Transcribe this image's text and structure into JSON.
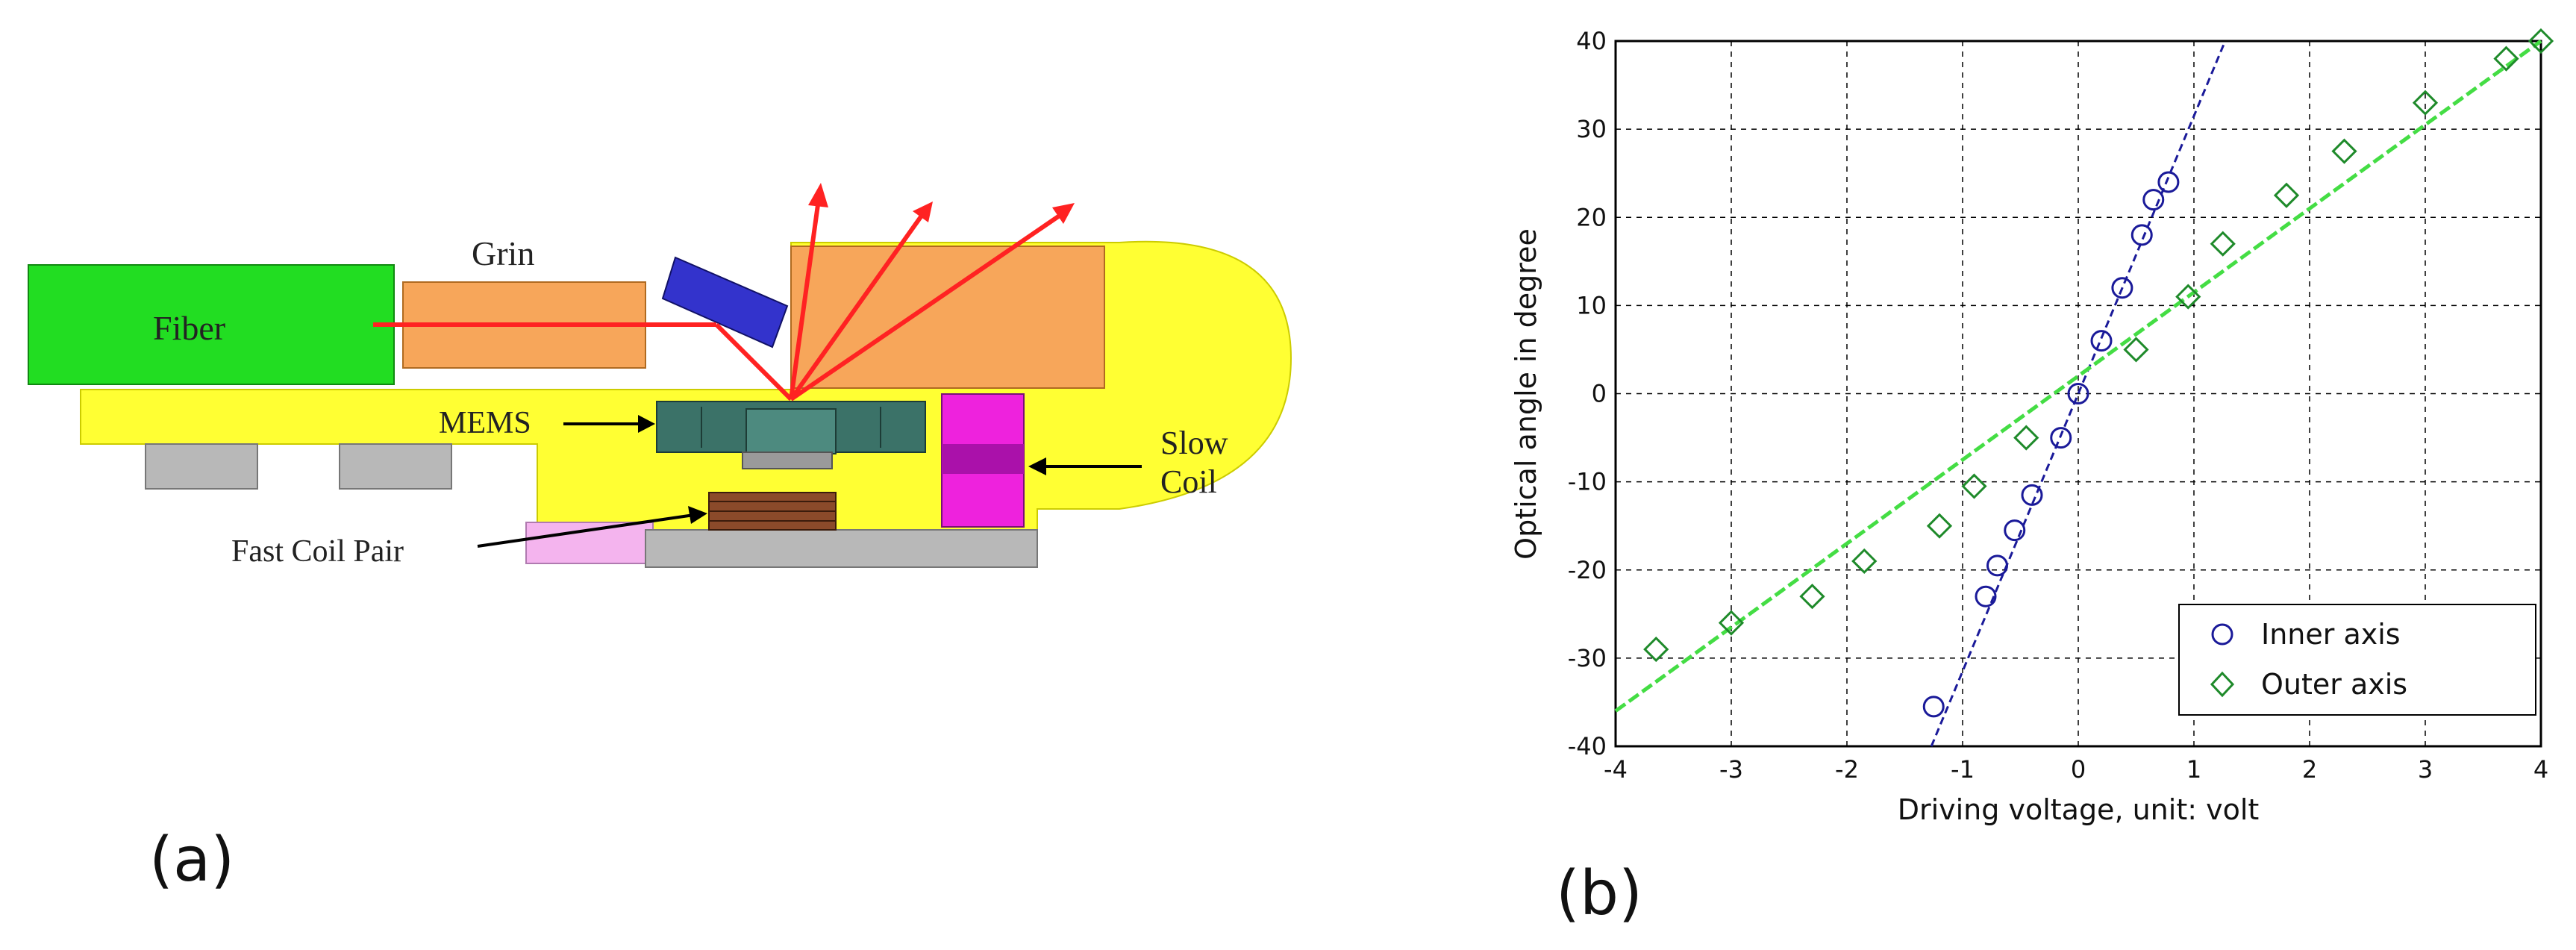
{
  "panel_a": {
    "caption": "(a)",
    "labels": {
      "fiber": "Fiber",
      "grin": "Grin",
      "mems": "MEMS",
      "slow_coil_line1": "Slow",
      "slow_coil_line2": "Coil",
      "fast_coil_pair": "Fast Coil Pair"
    },
    "colors": {
      "fiber": "#22dd22",
      "grin": "#f7a65a",
      "housing": "#ffff33",
      "mirror": "#3333cc",
      "mems": "#3b7268",
      "slow_coil": "#ee22dd",
      "fast_coil": "#8b4a2a",
      "base": "#b8b8b8",
      "pink_block": "#f4b4ee",
      "beam": "#ff2222"
    }
  },
  "panel_b": {
    "caption": "(b)"
  },
  "chart_data": {
    "type": "scatter",
    "title": "",
    "xlabel": "Driving voltage, unit: volt",
    "ylabel": "Optical angle in degree",
    "xlim": [
      -4,
      4
    ],
    "ylim": [
      -40,
      40
    ],
    "x_ticks": [
      -4,
      -3,
      -2,
      -1,
      0,
      1,
      2,
      3,
      4
    ],
    "y_ticks": [
      40,
      30,
      20,
      10,
      0,
      -10,
      -20,
      -30,
      -40
    ],
    "x_tick_labels": [
      "-4",
      "-3",
      "-2",
      "-1",
      "0",
      "1",
      "2",
      "3",
      "4"
    ],
    "y_tick_labels": [
      "40",
      "30",
      "20",
      "10",
      "0",
      "-10",
      "-20",
      "-30",
      "-40"
    ],
    "grid": true,
    "legend_position": "bottom-right",
    "series": [
      {
        "name": "Inner axis",
        "marker": "circle",
        "color": "#1a1a99",
        "points": [
          [
            -1.25,
            -35.5
          ],
          [
            -0.8,
            -23
          ],
          [
            -0.7,
            -19.5
          ],
          [
            -0.55,
            -15.5
          ],
          [
            -0.4,
            -11.5
          ],
          [
            -0.15,
            -5
          ],
          [
            0,
            0
          ],
          [
            0.2,
            6
          ],
          [
            0.38,
            12
          ],
          [
            0.55,
            18
          ],
          [
            0.65,
            22
          ],
          [
            0.78,
            24
          ]
        ],
        "fit_line": [
          [
            -1.27,
            -40
          ],
          [
            1.27,
            40
          ]
        ]
      },
      {
        "name": "Outer axis",
        "marker": "diamond",
        "color": "#1e8a2a",
        "points": [
          [
            -3.65,
            -29
          ],
          [
            -3.0,
            -26
          ],
          [
            -2.3,
            -23
          ],
          [
            -1.85,
            -19
          ],
          [
            -1.2,
            -15
          ],
          [
            -0.9,
            -10.5
          ],
          [
            -0.45,
            -5
          ],
          [
            0.5,
            5
          ],
          [
            0.95,
            11
          ],
          [
            1.25,
            17
          ],
          [
            1.8,
            22.5
          ],
          [
            2.3,
            27.5
          ],
          [
            3.0,
            33
          ],
          [
            3.7,
            38
          ],
          [
            4.0,
            40
          ]
        ],
        "fit_line": [
          [
            -4,
            -36
          ],
          [
            4,
            40
          ]
        ]
      }
    ]
  }
}
